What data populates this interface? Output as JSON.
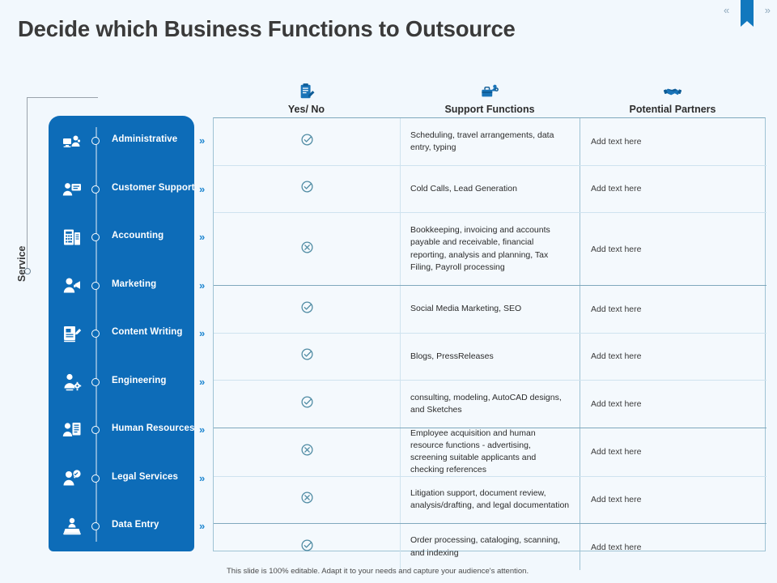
{
  "slide": {
    "title": "Decide which Business Functions to Outsource",
    "footer_note": "This slide is 100% editable. Adapt it to your needs and capture your audience's attention.",
    "accent_blue": "#0d6cb8",
    "background": "#f2f8fd",
    "mark_color": "#4f8ba3"
  },
  "ribbon": {
    "left_chevron": "«",
    "right_chevron": "»"
  },
  "left_axis": {
    "label": "Service"
  },
  "columns": [
    {
      "key": "yes_no",
      "label": "Yes/ No",
      "icon": "clipboard-pencil-icon"
    },
    {
      "key": "support_functions",
      "label": "Support Functions",
      "icon": "toolbox-gear-icon"
    },
    {
      "key": "potential_partners",
      "label": "Potential Partners",
      "icon": "handshake-icon"
    }
  ],
  "sidebar": {
    "items": [
      {
        "label": "Administrative",
        "icon": "monitor-person-icon"
      },
      {
        "label": "Customer Support",
        "icon": "person-chat-icon"
      },
      {
        "label": "Accounting",
        "icon": "calculator-document-icon"
      },
      {
        "label": "Marketing",
        "icon": "person-megaphone-icon"
      },
      {
        "label": "Content  Writing",
        "icon": "document-pencil-icon"
      },
      {
        "label": "Engineering",
        "icon": "person-gear-icon"
      },
      {
        "label": "Human Resources",
        "icon": "person-resume-icon"
      },
      {
        "label": "Legal Services",
        "icon": "person-badge-icon"
      },
      {
        "label": "Data Entry",
        "icon": "keyboard-person-icon"
      }
    ],
    "chevron": "»"
  },
  "rows": [
    {
      "service": "Administrative",
      "yes_no": "yes",
      "support_functions": "Scheduling, travel arrangements, data entry, typing",
      "potential_partners": "Add text here"
    },
    {
      "service": "Customer Support",
      "yes_no": "yes",
      "support_functions": "Cold Calls, Lead Generation",
      "potential_partners": "Add text here"
    },
    {
      "service": "Accounting",
      "yes_no": "no",
      "support_functions": "Bookkeeping, invoicing and accounts payable and receivable, financial reporting, analysis and planning, Tax Filing, Payroll processing",
      "potential_partners": "Add text here"
    },
    {
      "service": "Marketing",
      "yes_no": "yes",
      "support_functions": "Social Media Marketing, SEO",
      "potential_partners": "Add text here"
    },
    {
      "service": "Content  Writing",
      "yes_no": "yes",
      "support_functions": "Blogs, PressReleases",
      "potential_partners": "Add text here"
    },
    {
      "service": "Engineering",
      "yes_no": "yes",
      "support_functions": "consulting, modeling, AutoCAD designs, and Sketches",
      "potential_partners": "Add text here"
    },
    {
      "service": "Human Resources",
      "yes_no": "no",
      "support_functions": "Employee acquisition and human resource functions - advertising, screening suitable applicants and checking references",
      "potential_partners": "Add text here"
    },
    {
      "service": "Legal Services",
      "yes_no": "no",
      "support_functions": "Litigation support, document review, analysis/drafting, and legal documentation",
      "potential_partners": "Add text here"
    },
    {
      "service": "Data Entry",
      "yes_no": "yes",
      "support_functions": "Order processing, cataloging, scanning, and indexing",
      "potential_partners": "Add text here"
    }
  ]
}
